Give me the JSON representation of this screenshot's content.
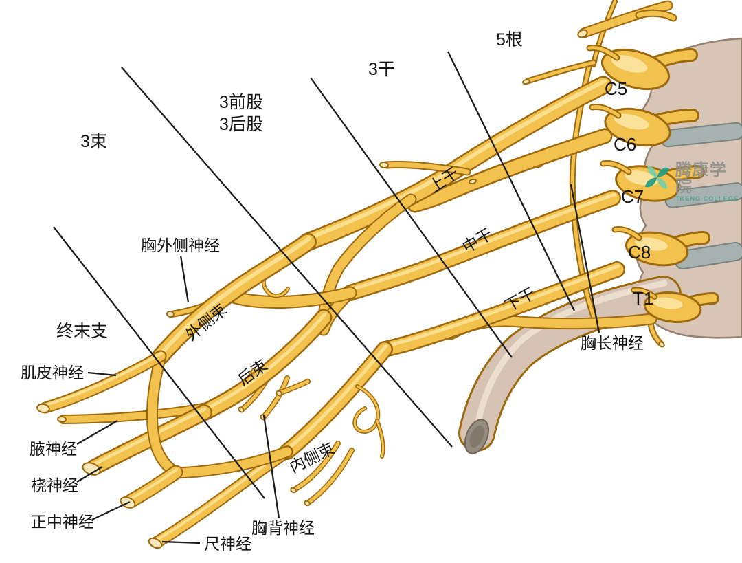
{
  "figure": {
    "subject": "brachial plexus anatomy diagram"
  },
  "labels": {
    "roots": "5根",
    "trunks": "3干",
    "divisions_line1": "3前股",
    "divisions_line2": "3后股",
    "cords": "3束",
    "terminal_branches": "终末支",
    "c5": "C5",
    "c6": "C6",
    "c7": "C7",
    "c8": "C8",
    "t1": "T1",
    "upper_trunk": "上干",
    "middle_trunk": "中干",
    "lower_trunk": "下干",
    "lateral_cord": "外侧束",
    "posterior_cord": "后束",
    "medial_cord": "内侧束",
    "lateral_pectoral_nerve": "胸外侧神经",
    "long_thoracic_nerve": "胸长神经",
    "musculocutaneous_nerve": "肌皮神经",
    "axillary_nerve": "腋神经",
    "radial_nerve": "桡神经",
    "median_nerve": "正中神经",
    "ulnar_nerve": "尺神经",
    "thoracodorsal_nerve": "胸背神经"
  },
  "watermark": {
    "name": "腾康学院",
    "subtitle": "TKENG COLLEGE"
  },
  "colors": {
    "nerve": "#f2c14e",
    "nerve_outline": "#9c690e",
    "nerve_highlight": "#fbe49b",
    "bone": "#d8c5b5",
    "bone_outline": "#94816f",
    "disc": "#a7b2b0",
    "annotation_line": "#1c1c1c",
    "watermark_text": "#90928f",
    "watermark_green": "#2aa889",
    "background": "#ffffff"
  }
}
